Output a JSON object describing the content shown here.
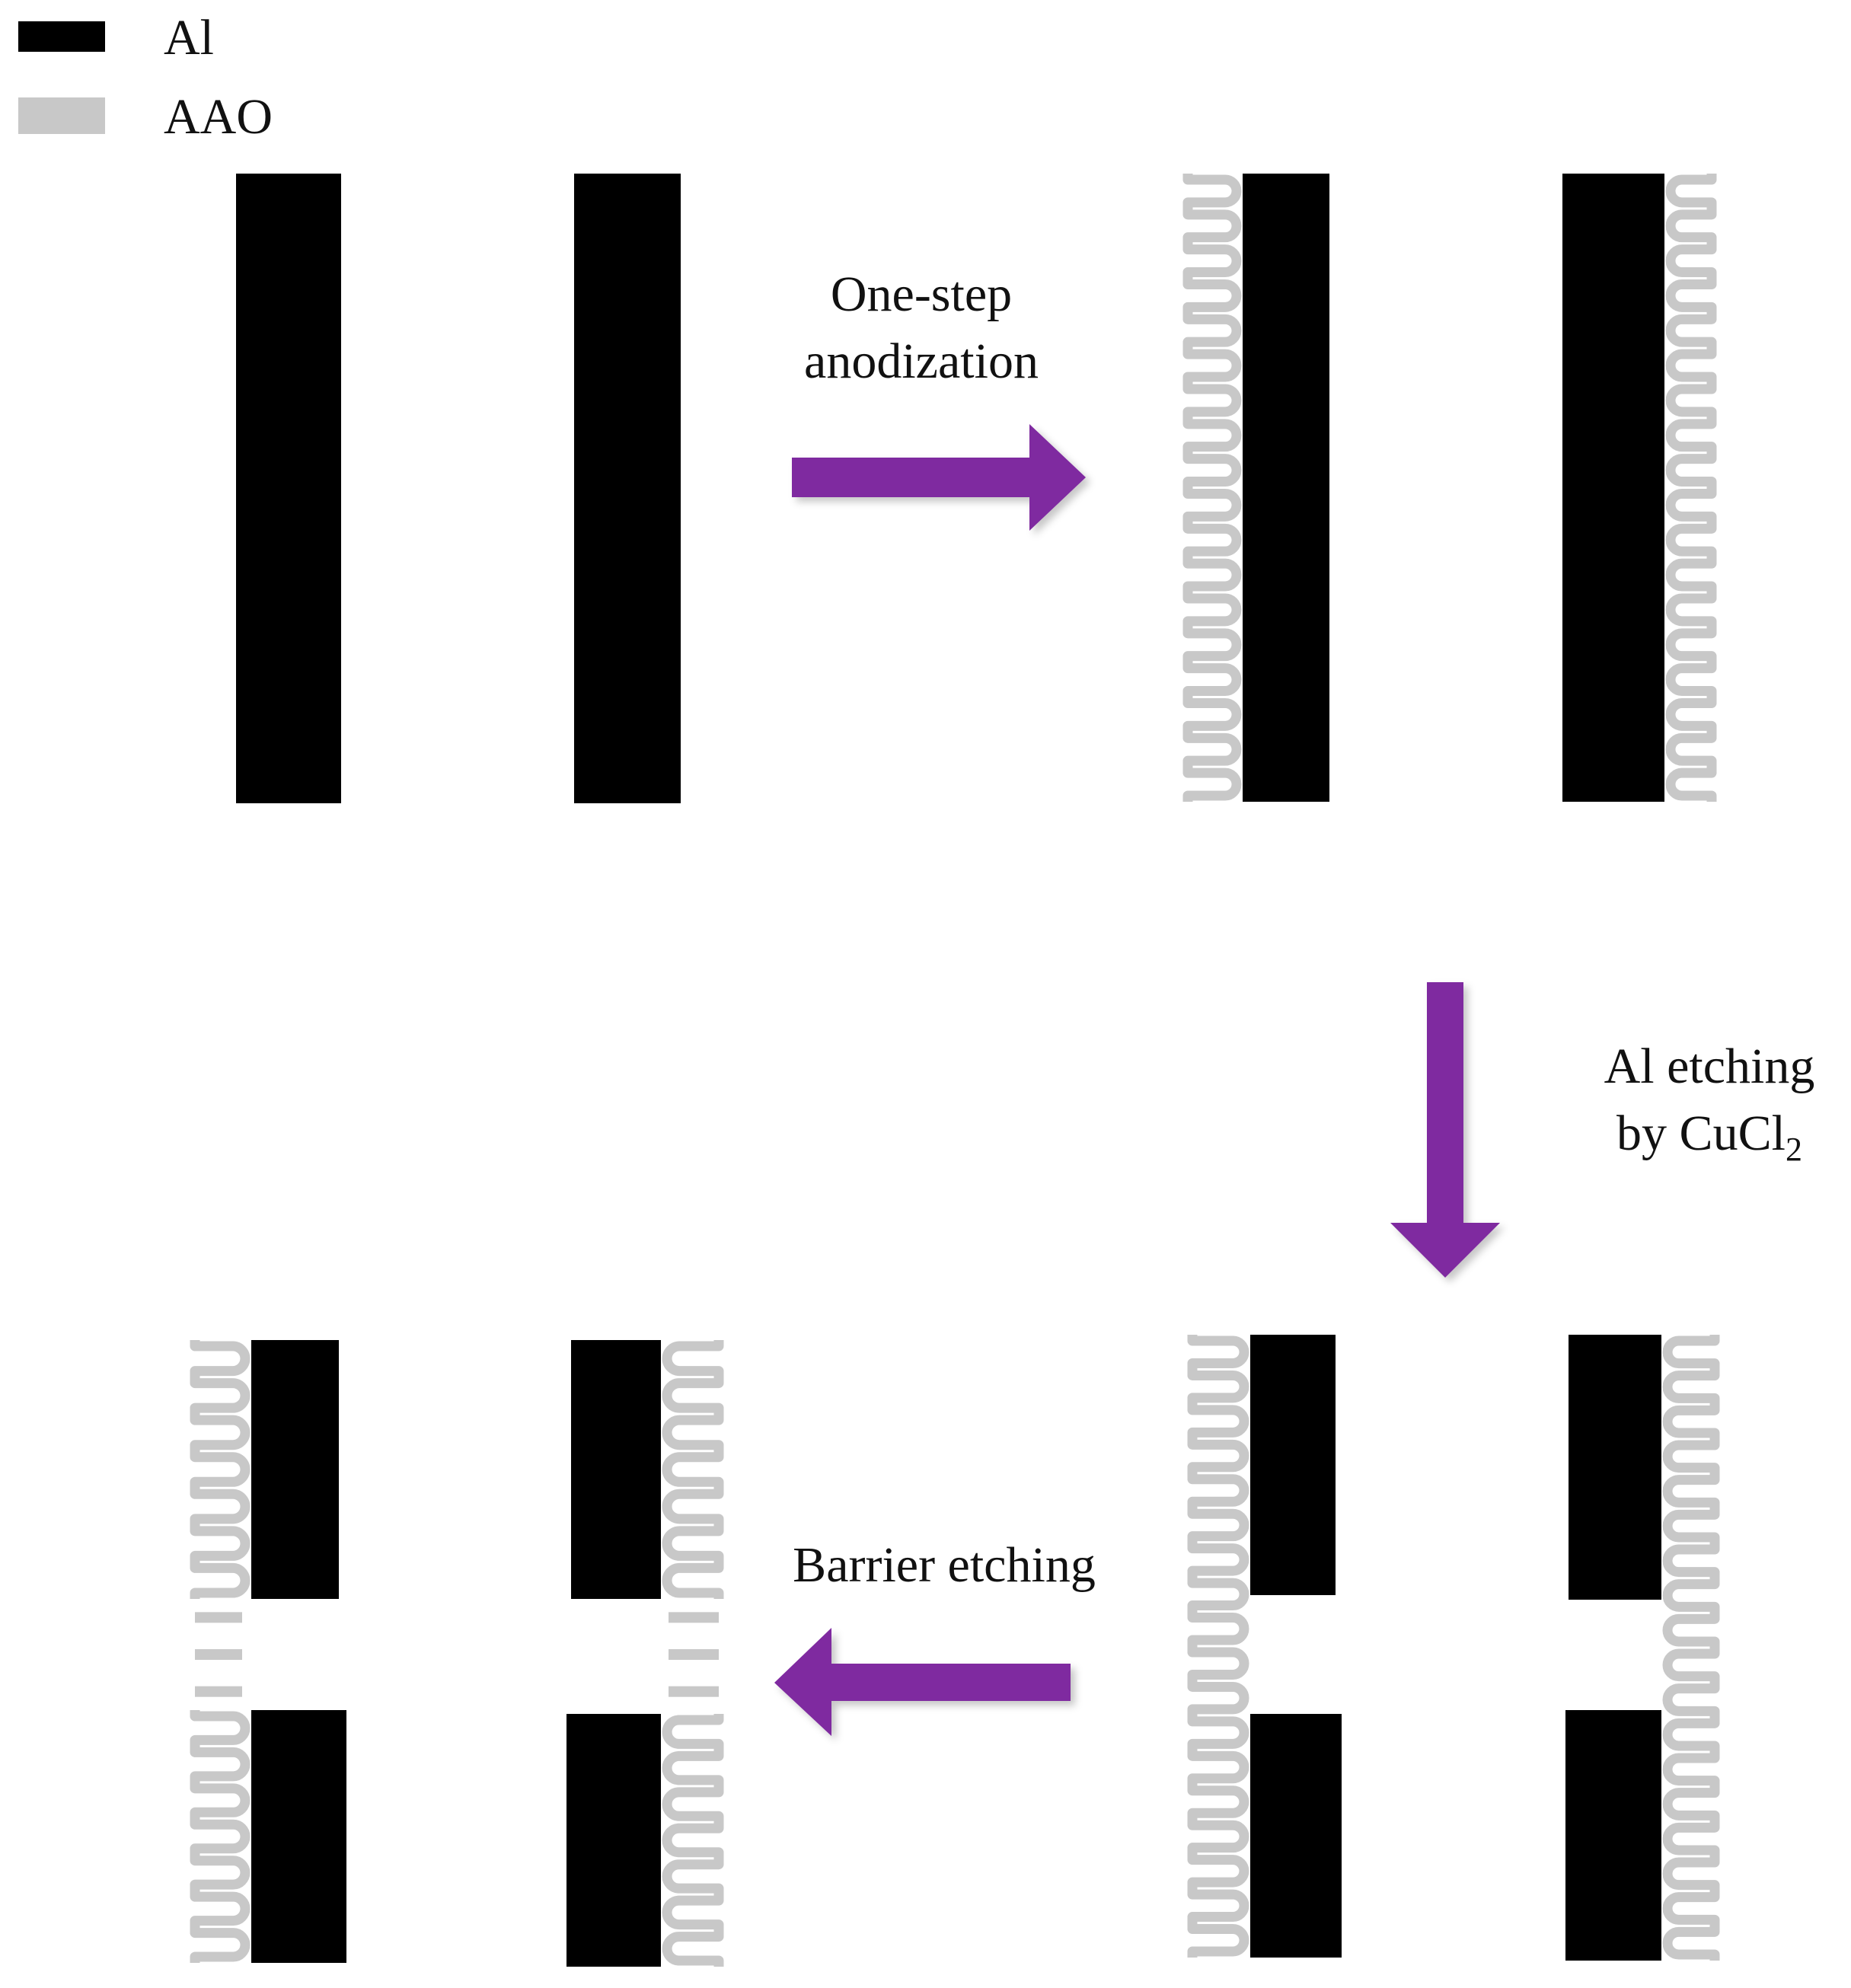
{
  "colors": {
    "al": "#000000",
    "aao": "#c8c8c8",
    "arrow": "#7f2ba0",
    "background": "#ffffff",
    "text": "#111111"
  },
  "legend": {
    "items": [
      {
        "label": "Al",
        "color": "#000000"
      },
      {
        "label": "AAO",
        "color": "#c8c8c8"
      }
    ]
  },
  "steps": {
    "anodization": {
      "line1": "One-step",
      "line2": "anodization"
    },
    "al_etching": {
      "line1": "Al etching",
      "line2_prefix": "by CuCl",
      "line2_subscript": "2"
    },
    "barrier_etching": {
      "label": "Barrier etching"
    }
  },
  "icons": {
    "arrow_right": "arrow-right-icon",
    "arrow_down": "arrow-down-icon",
    "arrow_left": "arrow-left-icon"
  }
}
